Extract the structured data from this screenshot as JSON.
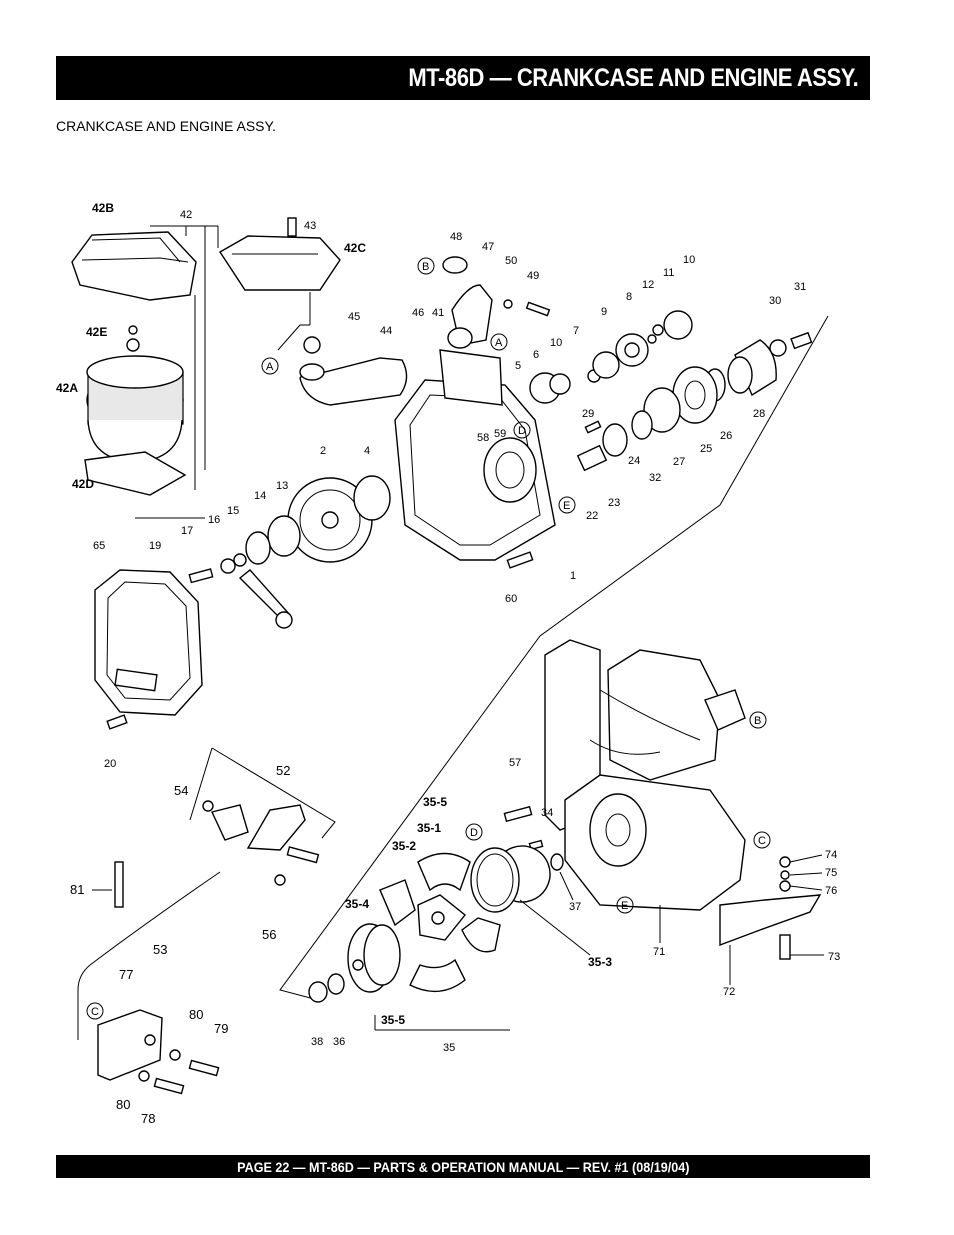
{
  "header": {
    "title": "MT-86D — CRANKCASE AND ENGINE ASSY."
  },
  "subtitle": "CRANKCASE AND ENGINE ASSY.",
  "footer": {
    "text": "PAGE 22 — MT-86D — PARTS & OPERATION MANUAL — REV. #1 (08/19/04)"
  },
  "diagram": {
    "callouts_bold": [
      "42B",
      "42C",
      "42E",
      "42A",
      "42D",
      "35-5",
      "35-1",
      "35-2",
      "35-4",
      "35-3",
      "35-5"
    ],
    "callouts": [
      "42",
      "43",
      "48",
      "47",
      "50",
      "49",
      "10",
      "11",
      "12",
      "8",
      "9",
      "31",
      "30",
      "45",
      "46",
      "41",
      "44",
      "7",
      "10",
      "6",
      "5",
      "29",
      "58",
      "59",
      "2",
      "4",
      "14",
      "13",
      "15",
      "16",
      "17",
      "22",
      "23",
      "24",
      "32",
      "27",
      "25",
      "26",
      "28",
      "1",
      "60",
      "65",
      "19",
      "20",
      "52",
      "54",
      "56",
      "81",
      "53",
      "77",
      "80",
      "79",
      "80",
      "78",
      "57",
      "34",
      "37",
      "36",
      "38",
      "35",
      "71",
      "72",
      "73",
      "74",
      "75",
      "76"
    ],
    "circle_refs": [
      "B",
      "A",
      "A",
      "D",
      "E",
      "B",
      "C",
      "D",
      "E",
      "C"
    ]
  }
}
